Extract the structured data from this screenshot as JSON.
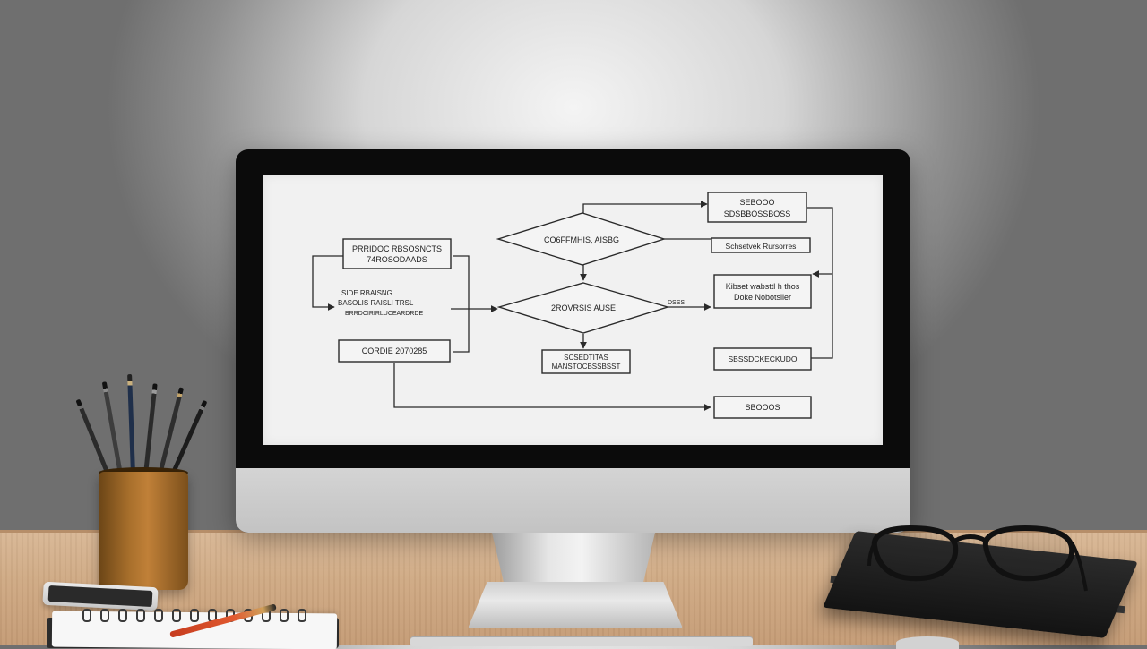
{
  "flowchart": {
    "nodes": {
      "start_box": {
        "line1": "PRRIDOC RBSOSNCTS",
        "line2": "74ROSODAADS"
      },
      "left_note": {
        "line1": "SIDE RBAISNG",
        "line2": "BASOLIS RAISLI TRSL",
        "line3": "BRRDCIRIRLUCEARDRDE"
      },
      "left_bottom_box": {
        "label": "CORDIE 2070285"
      },
      "diamond_top": {
        "label": "CO6FFMHIS, AISBG"
      },
      "diamond_mid": {
        "label": "2ROVRSIS AUSE"
      },
      "mid_bottom_box": {
        "line1": "SCSEDTITAS",
        "line2": "MANSTOCBSSBSST"
      },
      "right_top_box": {
        "line1": "SEBOOO",
        "line2": "SDSBBOSSBOSS"
      },
      "right_label_box": {
        "label": "Schsetvek Rursorres"
      },
      "right_mid_box": {
        "line1": "Kibset wabsttl h thos",
        "line2": "Doke Nobotsiler"
      },
      "right_bottom_box": {
        "label": "SBSSDCKECKUDO"
      },
      "end_box": {
        "label": "SBOOOS"
      },
      "arrow_note": {
        "label": "DSSS"
      }
    }
  },
  "colors": {
    "wall": "#d6d6d6",
    "desk": "#cfa983",
    "monitor_bezel": "#0b0b0b",
    "screen": "#f1f1f1",
    "cup": "#a9702c"
  },
  "icons": [
    "pencil-cup",
    "smartphone",
    "spiral-notebook",
    "pen",
    "black-notebook",
    "eyeglasses",
    "monitor-stand",
    "keyboard",
    "mouse"
  ]
}
